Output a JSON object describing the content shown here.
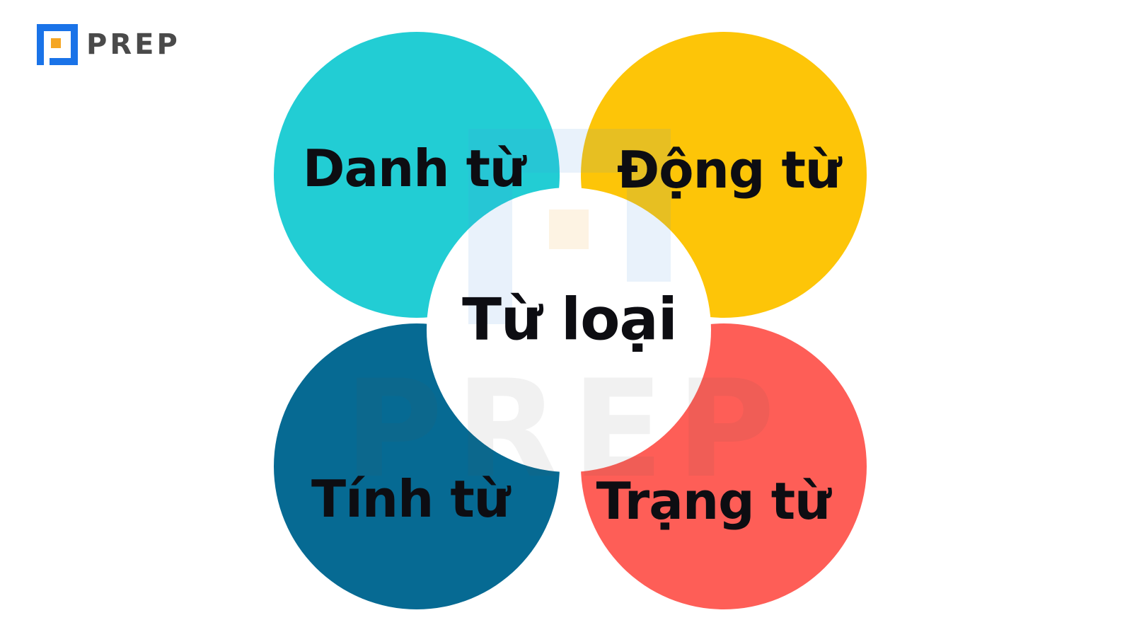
{
  "brand": {
    "name": "PREP",
    "logo_icon": "prep-logo-icon",
    "colors": {
      "blue": "#1a73e8",
      "orange": "#f5a623",
      "text": "#4a4a4a"
    }
  },
  "diagram": {
    "center": {
      "label": "Từ loại",
      "color": "#ffffff"
    },
    "nodes": [
      {
        "key": "noun",
        "label": "Danh từ",
        "color": "#22cdd4"
      },
      {
        "key": "verb",
        "label": "Động từ",
        "color": "#fdc508"
      },
      {
        "key": "adjective",
        "label": "Tính từ",
        "color": "#066a93"
      },
      {
        "key": "adverb",
        "label": "Trạng từ",
        "color": "#fe5e57"
      }
    ]
  },
  "watermark": {
    "text": "PREP"
  }
}
